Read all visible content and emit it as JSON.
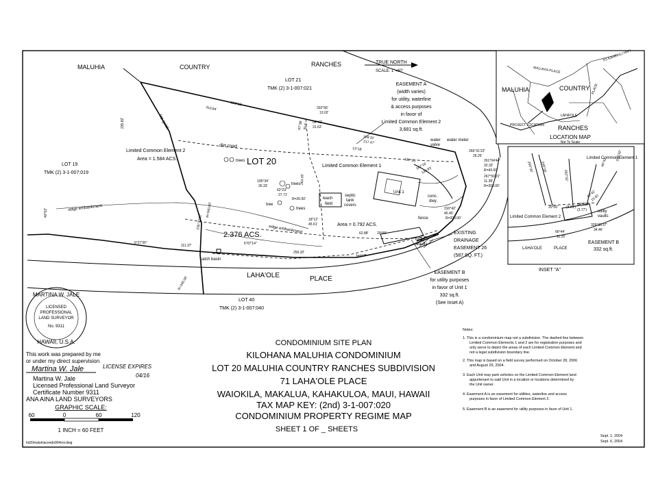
{
  "labels": {
    "maluhia": "MALUHIA",
    "country": "COUNTRY",
    "ranches": "RANCHES",
    "true_north": "TRUE NORTH",
    "scale_top": "SCALE: 1\"=60'",
    "lot21": "LOT 21",
    "lot21_tmk": "TMK (2) 3-1-007:021",
    "lot19": "LOT 19",
    "lot19_tmk": "TMK (2) 3-1-007:019",
    "lot20": "LOT 20",
    "lot40": "LOT 40",
    "lot40_tmk": "TMK (2) 3-1-007:040",
    "lahaole": "LAHA'OLE",
    "place": "PLACE",
    "lce2": "Limited Common Element 2",
    "lce2_area": "Area = 1.584 ACS.",
    "lce1": "Limited Common Element 1",
    "lce1_area": "Area = 0.792 ACS.",
    "total_area": "2.376 ACS.",
    "trees": "trees",
    "tree": "tree",
    "leach": "leach",
    "field": "field",
    "septic1": "septic",
    "septic2": "tank",
    "septic3": "covers",
    "unit1": "Unit 1",
    "conc": "conc.",
    "dwy": "dwy.",
    "dirt_road": "dirt road",
    "top_gulch": "top gulch",
    "edge_embankment": "edge embankment",
    "fence": "fence",
    "catch_basin": "catch basin",
    "utility": "utility",
    "vaults": "vaults",
    "water": "water",
    "valve": "valve",
    "water_meter": "water meter",
    "easement_a": "EASEMENT A",
    "easement_a_l1": "(width varies)",
    "easement_a_l2": "for utility, waterline",
    "easement_a_l3": "& access purposes",
    "easement_a_l4": "in favor of",
    "easement_a_l5": "Limited Common Element 2",
    "easement_a_l6": "3,681 sq.ft.",
    "existing": "EXISTING",
    "drainage": "DRAINAGE",
    "easement26": "EASEMENT 26",
    "easement26_area": "(587 SQ. FT.)",
    "easement_b": "EASEMENT B",
    "easement_b_l1": "for utility purposes",
    "easement_b_l2": "in favor of Unit 1",
    "easement_b_l3": "332 sq.ft.",
    "easement_b_l4": "(See Inset A)",
    "location_map": "LOCATION MAP",
    "not_to_scale": "Not To Scale",
    "project_location": "PROJECT LOCATION",
    "inset_a": "INSET \"A\"",
    "inset_easement_b": "EASEMENT B",
    "inset_easement_b_area": "332 sq.ft.",
    "inset_lce1": "Limited Common Element 1",
    "inset_lce2": "Limited Common Element 2",
    "inset_lahaole": "LAHA'OLE",
    "inset_place": "PLACE",
    "inset_utility": "utility",
    "inset_vaults": "vaults"
  },
  "dims": {
    "d1": "193°18'",
    "d2": "310.84'",
    "d3": "235.82'",
    "d4": "332°56'",
    "d5": "13.02'",
    "d6": "04°42'",
    "d7": "31.63'",
    "d8": "97°38'",
    "d9": "30.5'",
    "d10": "328.31'",
    "d11": "217.47'",
    "d12": "13°18'",
    "d13": "187°16'",
    "d14": "266°31'22\"",
    "d15": "26.25'",
    "d16": "261°04'44\"",
    "d17": "32.32'",
    "d18": "R=43.00'",
    "d19": "267°50'21\"",
    "d20": "11.38'",
    "d21": "R=200.00'",
    "d22": "105°34'",
    "d23": "30.33'",
    "d24": "62°23'",
    "d25": "27.71'",
    "d26": "R=20.00'",
    "d27": "18°12'",
    "d28": "45.61'",
    "d29": "310°42'",
    "d30": "45.45'",
    "d31": "R=200.00'",
    "d32": "62.88'",
    "d33": "20°00'",
    "d34": "235°33'11\"",
    "d35": "R=340.00'",
    "d36": "111.37'",
    "d37": "6°27'35\"",
    "d38": "6°07'14\"",
    "d39": "256.32'",
    "d40": "R=340.00'",
    "d41": "40°02'",
    "d42": "187°16'",
    "d43": "146.93'",
    "d44": "263.00'"
  },
  "inset_dims": {
    "i1": "20°00'",
    "i2": "(3.29')",
    "i3": "(3.77')",
    "i4": "64°02'",
    "i5": "40°42'",
    "i6": "15.81'",
    "i7": "66°44'",
    "i8": "11.25'",
    "i9": "329°35'37\"",
    "i10": "34.46'",
    "i11": "293°30'",
    "i12": "249°18'",
    "i13": "262°32'",
    "i14": "238°32'",
    "i15": "40°42'"
  },
  "location_map": {
    "maluhia": "MALUHIA",
    "country": "COUNTRY",
    "ranches": "RANCHES",
    "lahaole": "LAHA'OLE",
    "kahekili": "TO KAHEKILI HWY",
    "place": "PLACE",
    "road": "MALUHIA PLACE"
  },
  "seal": {
    "name": "MARTINA W. JALE",
    "line1": "LICENSED",
    "line2": "PROFESSIONAL",
    "line3": "LAND SURVEYOR",
    "number": "No. 9311",
    "bottom": "HAWAII, U.S.A."
  },
  "signature": {
    "prepared1": "This work was prepared by me",
    "prepared2": "or under my direct supervision",
    "signed": "Martina W. Jale",
    "license_label": "LICENSE EXPIRES",
    "license_date": "04/16",
    "name": "Martina W. Jale",
    "title": "Licensed Professional Land Surveyor",
    "cert": "Certificate Number 9311",
    "company": "ANA AINA LAND SURVEYORS"
  },
  "graphic_scale": {
    "title": "GRAPHIC SCALE:",
    "t0": "60",
    "t1": "0",
    "t2": "60",
    "t3": "120",
    "inch": "1 INCH = 60 FEET"
  },
  "title_block": {
    "l1": "CONDOMINIUM SITE PLAN",
    "l2": "KILOHANA MALUHIA CONDOMINIUM",
    "l3": "LOT 20 MALUHIA COUNTRY RANCHES SUBDIVISION",
    "l4": "71 LAHA'OLE PLACE",
    "l5": "WAIOKILA, MAKALUA, KAHAKULOA, MAUI, HAWAII",
    "l6": "TAX MAP KEY: (2nd) 3-1-007:020",
    "l7": "CONDOMINIUM PROPERTY REGIME MAP",
    "l8": "SHEET 1 OF _ SHEETS"
  },
  "notes": {
    "title": "Notes:",
    "n1a": "1.  This is a condominium map not a subdivision. The dashed line between",
    "n1b": "Limited Common Elements 1 and 2 are for registration purposes and",
    "n1c": "only serve to depict the areas of each Limited Common Element and",
    "n1d": "not a legal subdivision boundary line.",
    "n2a": "2.  This map is based on a field survey performed on October 28, 2006",
    "n2b": "and August 29, 2004.",
    "n3a": "3.  Each Unit may park vehicles on the Limited Common Element land",
    "n3b": "appurtenant to said Unit in a location or locations determined by",
    "n3c": "the Unit owner.",
    "n4a": "4.  Easement A is an easement for utilities, waterline and access",
    "n4b": "purposes in favor of Limited Common Element 2.",
    "n5a": "5.  Easement B is an easement for utility purposes in favor of Unit 1."
  },
  "footer": {
    "filename": "lot20maluhiacondo904rev.dwg",
    "date1": "Sept. 1, 2004",
    "date2": "Sept. 6, 2004"
  }
}
